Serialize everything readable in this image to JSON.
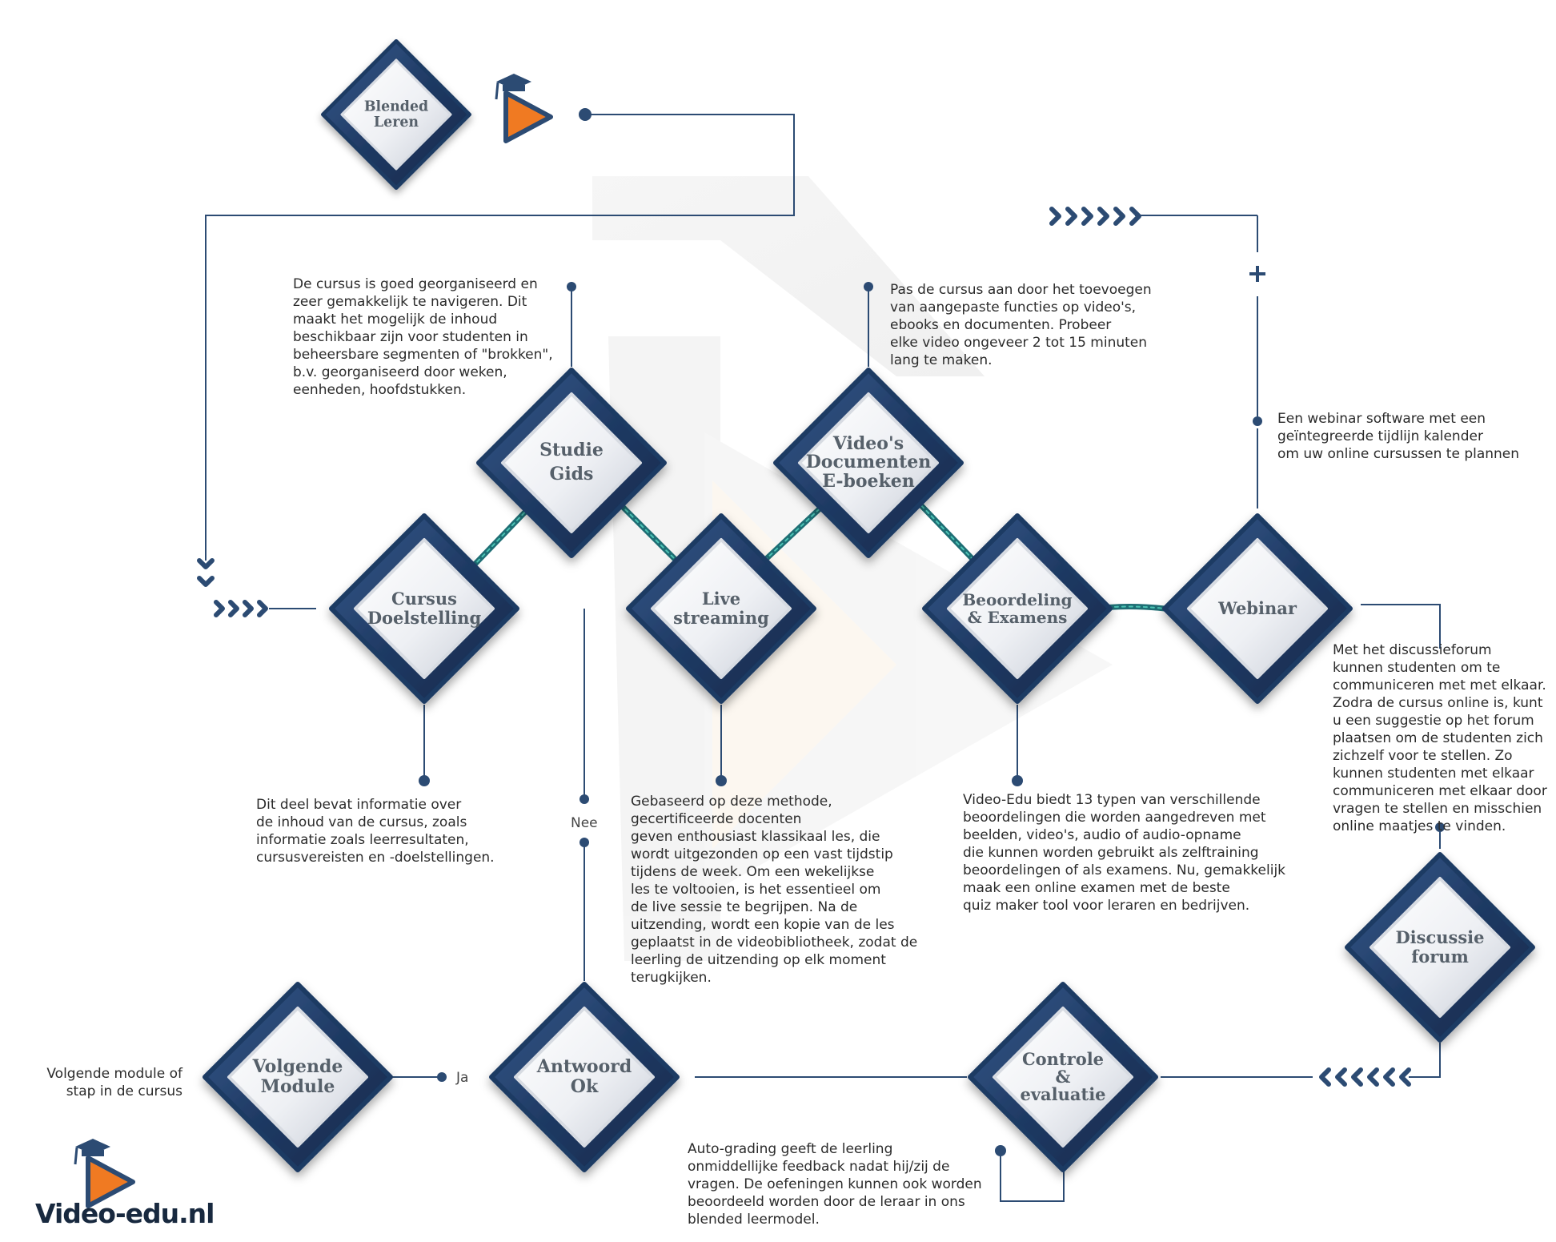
{
  "brand": {
    "name": "Video-edu.nl",
    "colors": {
      "navy": "#1f3a64",
      "navy_dark": "#14294a",
      "orange": "#f07a22",
      "teal": "#2fa69a",
      "line": "#2c4b73"
    }
  },
  "nodes": {
    "blended": "Blended\nLeren",
    "studie_gids": "Studie\nGids",
    "videos": "Video's\nDocumenten\nE-boeken",
    "cursus_doelstelling": "Cursus\nDoelstelling",
    "live_streaming": "Live\nstreaming",
    "beoordeling": "Beoordeling\n& Examens",
    "webinar": "Webinar",
    "discussie": "Discussie\nforum",
    "controle": "Controle\n&\nevaluatie",
    "antwoord": "Antwoord\nOk",
    "volgende": "Volgende\nModule"
  },
  "descriptions": {
    "studie_gids": "De cursus is goed georganiseerd en\nzeer gemakkelijk te navigeren. Dit\nmaakt het mogelijk de inhoud\nbeschikbaar zijn voor studenten in\nbeheersbare segmenten of \"brokken\",\nb.v. georganiseerd door weken,\neenheden, hoofdstukken.",
    "videos": "Pas de cursus aan door het toevoegen\nvan aangepaste functies op video's,\nebooks en documenten. Probeer\nelke video ongeveer 2 tot 15 minuten\nlang te maken.",
    "webinar": "Een webinar software met een\ngeïntegreerde tijdlijn kalender\nom uw online cursussen te plannen",
    "discussie": "Met het discussieforum\nkunnen studenten om te\ncommuniceren met met elkaar.\nZodra de cursus online is, kunt\nu een suggestie op het forum\nplaatsen om de studenten zich\nzichzelf voor te stellen. Zo\nkunnen studenten met elkaar\ncommuniceren met elkaar door\nvragen te stellen en misschien\nonline maatjes   te vinden.",
    "cursus_doelstelling": "Dit deel bevat informatie over\nde inhoud van de cursus, zoals\ninformatie zoals leerresultaten,\ncursusvereisten en -doelstellingen.",
    "live_streaming": "Gebaseerd op deze methode,\ngecertificeerde docenten\ngeven enthousiast klassikaal les, die\nwordt uitgezonden op een vast tijdstip\ntijdens de week. Om een wekelijkse\nles te voltooien, is het essentieel om\nde live sessie te begrijpen. Na de\nuitzending, wordt een kopie van de les\ngeplaatst in de videobibliotheek, zodat de\nleerling de uitzending op elk moment\nterugkijken.",
    "beoordeling": "Video-Edu biedt 13 typen van verschillende\nbeoordelingen die worden aangedreven met\nbeelden, video's, audio of audio-opname\ndie kunnen worden gebruikt als zelftraining\nbeoordelingen of als examens. Nu, gemakkelijk\nmaak een online examen met de beste\nquiz maker tool voor leraren en bedrijven.",
    "controle": "Auto-grading geeft de leerling\nonmiddellijke feedback nadat hij/zij de\nvragen. De oefeningen kunnen ook worden\nbeoordeeld worden door de leraar in ons\nblended leermodel.",
    "volgende": "Volgende module of\nstap in de cursus"
  },
  "labels": {
    "nee": "Nee",
    "ja": "Ja",
    "plus": "+"
  },
  "icons": [
    "graduation-cap-play-icon",
    "chevron-arrows-icon",
    "plus-icon"
  ]
}
